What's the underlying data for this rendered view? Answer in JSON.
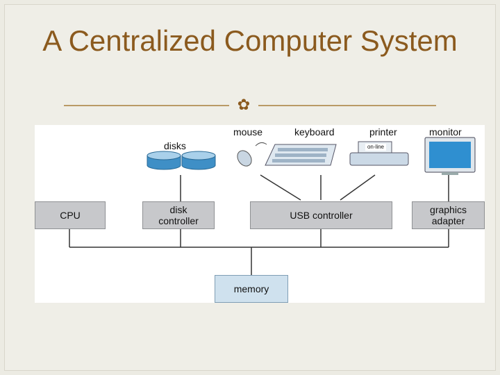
{
  "slide": {
    "title": "A Centralized Computer System",
    "bullet_glyph": "✿"
  },
  "diagram": {
    "devices": {
      "disks": "disks",
      "mouse": "mouse",
      "keyboard": "keyboard",
      "printer": "printer",
      "printer_panel": "on-line",
      "monitor": "monitor"
    },
    "components": {
      "cpu": "CPU",
      "disk_controller": "disk controller",
      "usb_controller": "USB controller",
      "graphics_adapter": "graphics adapter",
      "memory": "memory"
    }
  }
}
